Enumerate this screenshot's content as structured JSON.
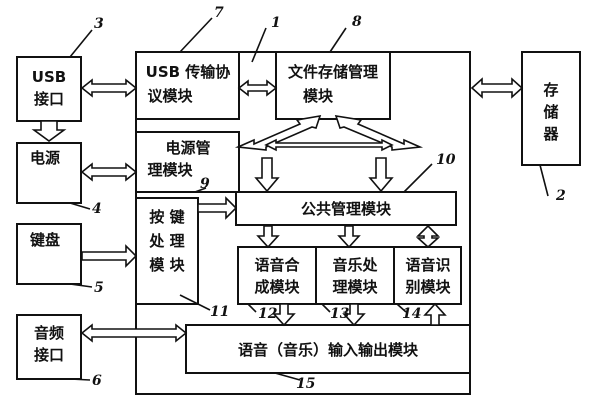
{
  "modules": {
    "usb_port": [
      "USB",
      "接口"
    ],
    "power": "电源",
    "keyboard": "键盘",
    "audio_port": [
      "音频",
      "接口"
    ],
    "usb_protocol": [
      "USB 传输协",
      "议模块"
    ],
    "file_storage": [
      "文件存储管理",
      "模块"
    ],
    "storage": [
      "存",
      "储",
      "器"
    ],
    "power_mgmt": [
      "电源管",
      "理模块"
    ],
    "key_processing": [
      "按 键",
      "处 理",
      "模 块"
    ],
    "public_mgmt": "公共管理模块",
    "speech_synth": [
      "语音合",
      "成模块"
    ],
    "music_proc": [
      "音乐处",
      "理模块"
    ],
    "speech_recog": [
      "语音识",
      "别模块"
    ],
    "audio_io": "语音（音乐）输入输出模块"
  },
  "reference_numbers": {
    "main_unit": "1",
    "storage": "2",
    "usb_port": "3",
    "power": "4",
    "keyboard": "5",
    "audio_port": "6",
    "usb_protocol": "7",
    "file_storage": "8",
    "power_mgmt": "9",
    "public_mgmt": "10",
    "key_processing": "11",
    "speech_synth": "12",
    "music_proc": "13",
    "speech_recog": "14",
    "audio_io": "15"
  }
}
